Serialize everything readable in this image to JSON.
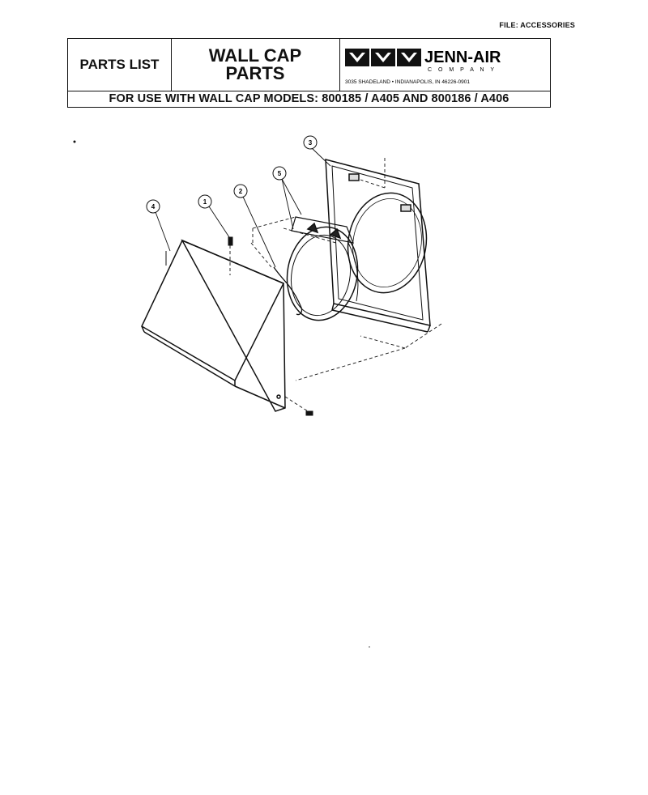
{
  "file_label": "FILE: ACCESSORIES",
  "header": {
    "parts_list": "PARTS LIST",
    "title_line1": "WALL CAP",
    "title_line2": "PARTS",
    "models_line": "FOR USE WITH WALL CAP MODELS: 800185 / A405 AND 800186 / A406"
  },
  "logo": {
    "brand": "JENN-AIR",
    "company": "C O M P A N Y",
    "address": "3035 SHADELAND  •  INDIANAPOLIS, IN 46226-0901"
  },
  "callouts": [
    "1",
    "2",
    "3",
    "4",
    "5"
  ]
}
